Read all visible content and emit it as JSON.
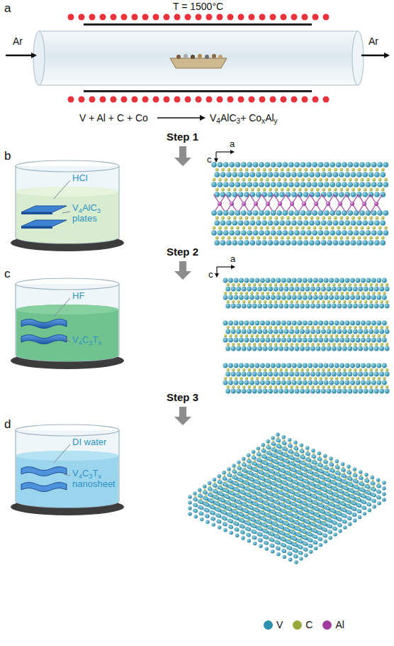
{
  "diagram": {
    "labels": [
      "a",
      "T = 1500°C",
      "Ar",
      "Ar",
      "V + Al + C + Co",
      "V4AlC3+ CoxAly",
      "Step 1",
      "b",
      "HCl",
      "V4AlC3 plates",
      "a",
      "c",
      "Step 2",
      "c",
      "HF",
      "V4C3Tx",
      "a",
      "c",
      "Step 3",
      "d",
      "DI water",
      "V4C3Tx nanosheet"
    ],
    "legend": [
      {
        "text": "V",
        "color": "#2b8fae"
      },
      {
        "text": "C",
        "color": "#9aa83a"
      },
      {
        "text": "Al",
        "color": "#a03ca0"
      }
    ]
  }
}
